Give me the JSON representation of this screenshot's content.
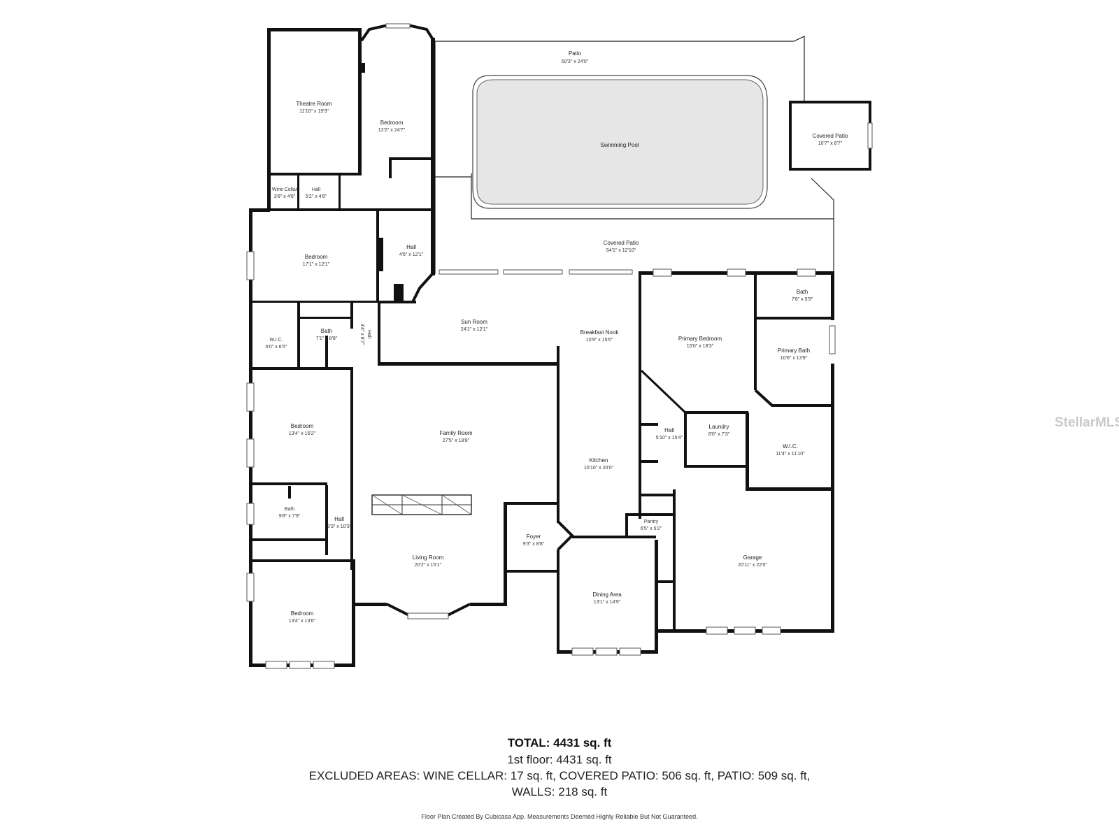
{
  "rooms": [
    {
      "name": "Patio",
      "dims": "50'3\" x 24'0\""
    },
    {
      "name": "Theatre Room",
      "dims": "11'10\" x 19'3\""
    },
    {
      "name": "Bedroom",
      "dims": "12'2\" x 24'7\""
    },
    {
      "name": "Swimming Pool",
      "dims": ""
    },
    {
      "name": "Covered Patio",
      "dims": "10'7\" x 8'7\""
    },
    {
      "name": "Wine Cellar",
      "dims": "3'8\" x 4'6\""
    },
    {
      "name": "Hall",
      "dims": "5'2\" x 4'6\""
    },
    {
      "name": "Bedroom",
      "dims": "17'1\" x 12'1\""
    },
    {
      "name": "Hall",
      "dims": "4'6\" x 12'1\""
    },
    {
      "name": "Covered Patio",
      "dims": "54'1\" x 12'10\""
    },
    {
      "name": "Bath",
      "dims": "7'6\" x 5'9\""
    },
    {
      "name": "Sun Room",
      "dims": "24'1\" x 12'1\""
    },
    {
      "name": "Breakfast Nook",
      "dims": "10'9\" x 15'6\""
    },
    {
      "name": "Primary Bedroom",
      "dims": "15'0\" x 18'3\""
    },
    {
      "name": "Primary Bath",
      "dims": "10'6\" x 13'9\""
    },
    {
      "name": "W.I.C.",
      "dims": "6'0\" x 6'5\""
    },
    {
      "name": "Bath",
      "dims": "7'1\" x 8'8\""
    },
    {
      "name": "Hall",
      "dims": "3'4\" x 8'7\""
    },
    {
      "name": "Bedroom",
      "dims": "13'4\" x 15'2\""
    },
    {
      "name": "Family Room",
      "dims": "27'5\" x 18'8\""
    },
    {
      "name": "Hall",
      "dims": "5'10\" x 15'4\""
    },
    {
      "name": "Laundry",
      "dims": "8'0\" x 7'3\""
    },
    {
      "name": "W.I.C.",
      "dims": "11'4\" x 11'10\""
    },
    {
      "name": "Kitchen",
      "dims": "10'10\" x 20'0\""
    },
    {
      "name": "Bath",
      "dims": "9'8\" x 7'9\""
    },
    {
      "name": "Hall",
      "dims": "3'3\" x 10'3\""
    },
    {
      "name": "Pantry",
      "dims": "6'5\" x 5'2\""
    },
    {
      "name": "Foyer",
      "dims": "9'3\" x 8'8\""
    },
    {
      "name": "Living Room",
      "dims": "20'2\" x 15'1\""
    },
    {
      "name": "Garage",
      "dims": "20'11\" x 22'0\""
    },
    {
      "name": "Dining Area",
      "dims": "13'1\" x 14'9\""
    },
    {
      "name": "Bedroom",
      "dims": "13'4\" x 13'6\""
    }
  ],
  "watermark": "StellarMLS",
  "summary": {
    "total": "TOTAL: 4431 sq. ft",
    "floor": "1st floor: 4431 sq. ft",
    "excluded": "EXCLUDED AREAS: WINE CELLAR: 17 sq. ft, COVERED PATIO: 506 sq. ft, PATIO: 509 sq. ft,",
    "walls": "WALLS: 218 sq. ft",
    "disclaimer": "Floor Plan Created By Cubicasa App. Measurements Deemed Highly Reliable But Not Guaranteed."
  }
}
